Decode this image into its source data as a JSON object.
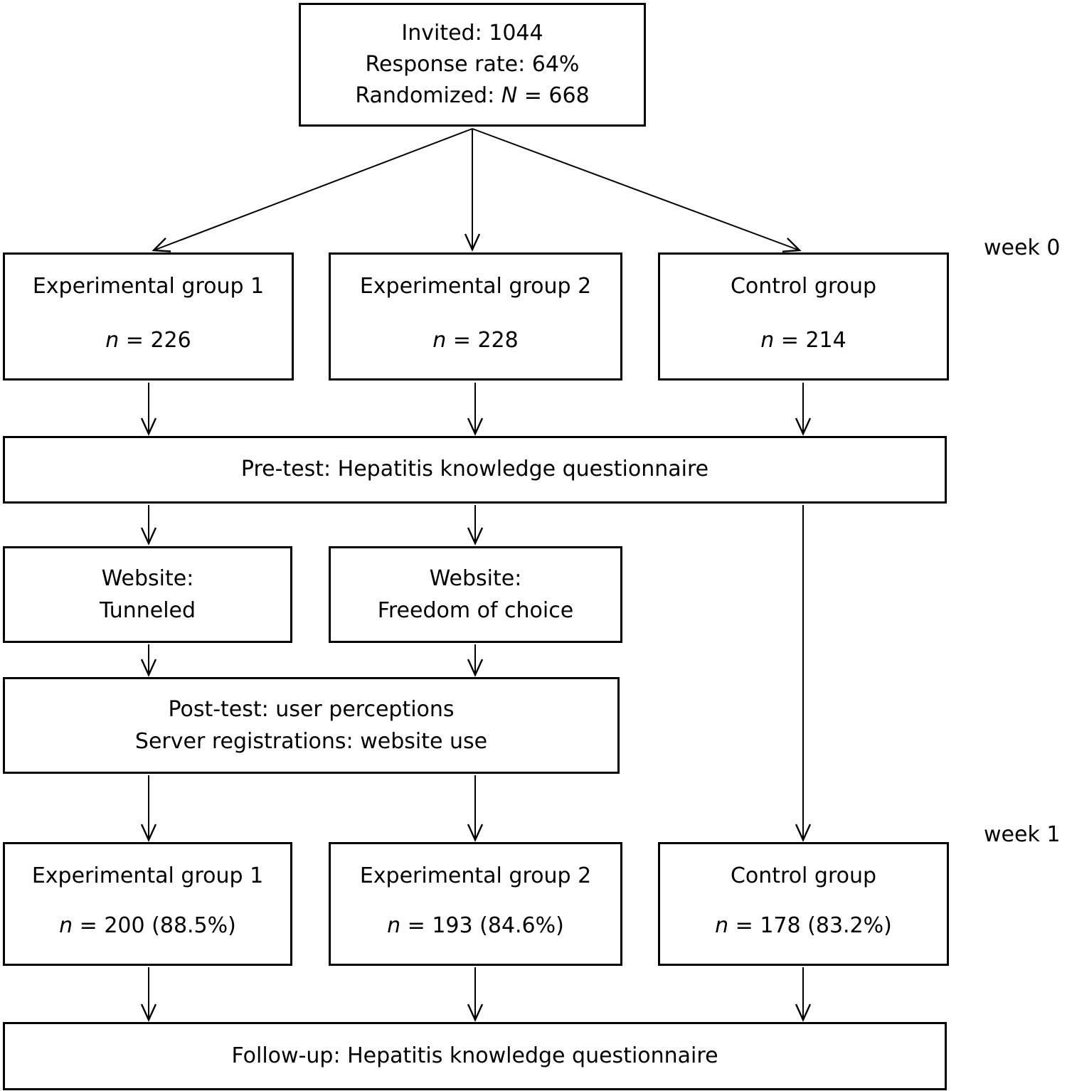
{
  "colors": {
    "ink": "#000000",
    "paper": "#ffffff"
  },
  "timeline": {
    "week0": "week 0",
    "week1": "week 1"
  },
  "randomization_box": {
    "invited": "Invited: 1044",
    "response_rate": "Response rate: 64%",
    "randomized_prefix": "Randomized: ",
    "randomized_symbol": "N",
    "randomized_value": " = 668"
  },
  "week0_groups": [
    {
      "name": "Experimental group 1",
      "n_symbol": "n",
      "n_value": " = 226"
    },
    {
      "name": "Experimental group 2",
      "n_symbol": "n",
      "n_value": " = 228"
    },
    {
      "name": "Control group",
      "n_symbol": "n",
      "n_value": " = 214"
    }
  ],
  "pretest_label": "Pre-test: Hepatitis knowledge questionnaire",
  "website_boxes": [
    {
      "line1": "Website:",
      "line2": "Tunneled"
    },
    {
      "line1": "Website:",
      "line2": "Freedom of choice"
    }
  ],
  "posttest_box": {
    "line1": "Post-test: user perceptions",
    "line2": "Server registrations: website use"
  },
  "week1_groups": [
    {
      "name": "Experimental group 1",
      "n_symbol": "n",
      "n_value": " = 200 (88.5%)"
    },
    {
      "name": "Experimental group 2",
      "n_symbol": "n",
      "n_value": " = 193 (84.6%)"
    },
    {
      "name": "Control group",
      "n_symbol": "n",
      "n_value": " = 178 (83.2%)"
    }
  ],
  "followup_label": "Follow-up: Hepatitis knowledge questionnaire"
}
